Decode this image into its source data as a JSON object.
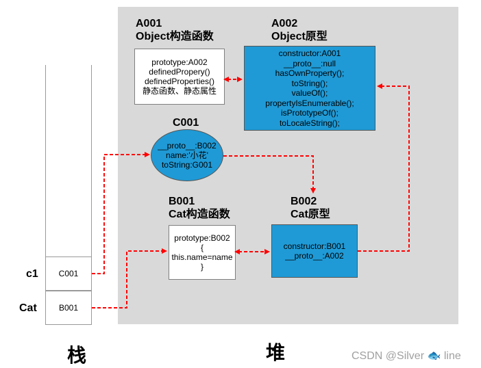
{
  "nodes": {
    "a001": {
      "id_label": "A001",
      "title": "Object构造函数",
      "lines": [
        "prototype:A002",
        "definedPropery()",
        "definedProperties()",
        "静态函数、静态属性"
      ]
    },
    "a002": {
      "id_label": "A002",
      "title": "Object原型",
      "lines": [
        "constructor:A001",
        "__proto__:null",
        "hasOwnProperty();",
        "toString();",
        "valueOf();",
        "propertyIsEnumerable();",
        "isPrototypeOf();",
        "toLocaleString();"
      ]
    },
    "c001": {
      "id_label": "C001",
      "lines": [
        "__proto__:B002",
        "name:'小花'",
        "toString:G001"
      ]
    },
    "b001": {
      "id_label": "B001",
      "title": "Cat构造函数",
      "lines": [
        "prototype:B002",
        "{",
        "this.name=name",
        "}"
      ]
    },
    "b002": {
      "id_label": "B002",
      "title": "Cat原型",
      "lines": [
        "constructor:B001",
        "__proto__:A002"
      ]
    }
  },
  "stack": {
    "label": "栈",
    "cells": [
      {
        "var": "c1",
        "value": "C001"
      },
      {
        "var": "Cat",
        "value": "B001"
      }
    ]
  },
  "heap": {
    "label": "堆"
  },
  "colors": {
    "heap_background": "#d9d9d9",
    "object_fill": "#1f9ad6",
    "arrow": "#ff0000"
  },
  "watermark": "CSDN @Silver 🐟 line"
}
